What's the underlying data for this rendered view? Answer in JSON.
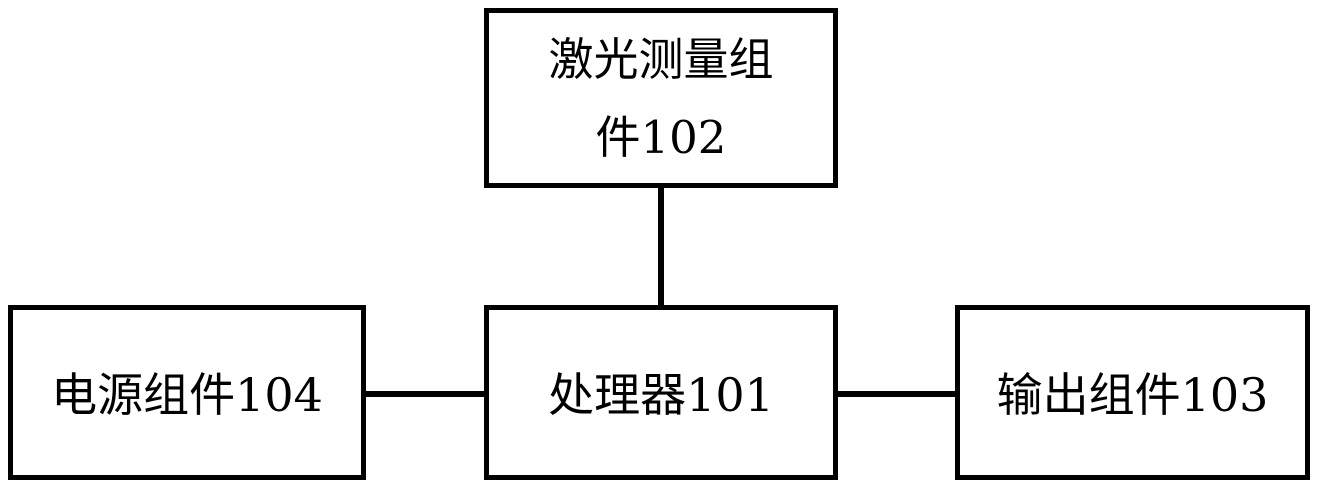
{
  "diagram": {
    "type": "block-diagram",
    "background_color": "#ffffff",
    "stroke_color": "#000000",
    "nodes": [
      {
        "id": "laser-measurement-assembly",
        "label": "激光测量组\n件102",
        "label_flat": "激光测量组件102",
        "reference_number": "102",
        "position": "top-center"
      },
      {
        "id": "power-supply-assembly",
        "label": "电源组件104",
        "reference_number": "104",
        "position": "bottom-left"
      },
      {
        "id": "processor",
        "label": "处理器101",
        "reference_number": "101",
        "position": "bottom-center"
      },
      {
        "id": "output-assembly",
        "label": "输出组件103",
        "reference_number": "103",
        "position": "bottom-right"
      }
    ],
    "edges": [
      {
        "id": "laser-to-processor",
        "from": "laser-measurement-assembly",
        "to": "processor",
        "orientation": "vertical"
      },
      {
        "id": "power-to-processor",
        "from": "power-supply-assembly",
        "to": "processor",
        "orientation": "horizontal"
      },
      {
        "id": "processor-to-output",
        "from": "processor",
        "to": "output-assembly",
        "orientation": "horizontal"
      }
    ]
  }
}
